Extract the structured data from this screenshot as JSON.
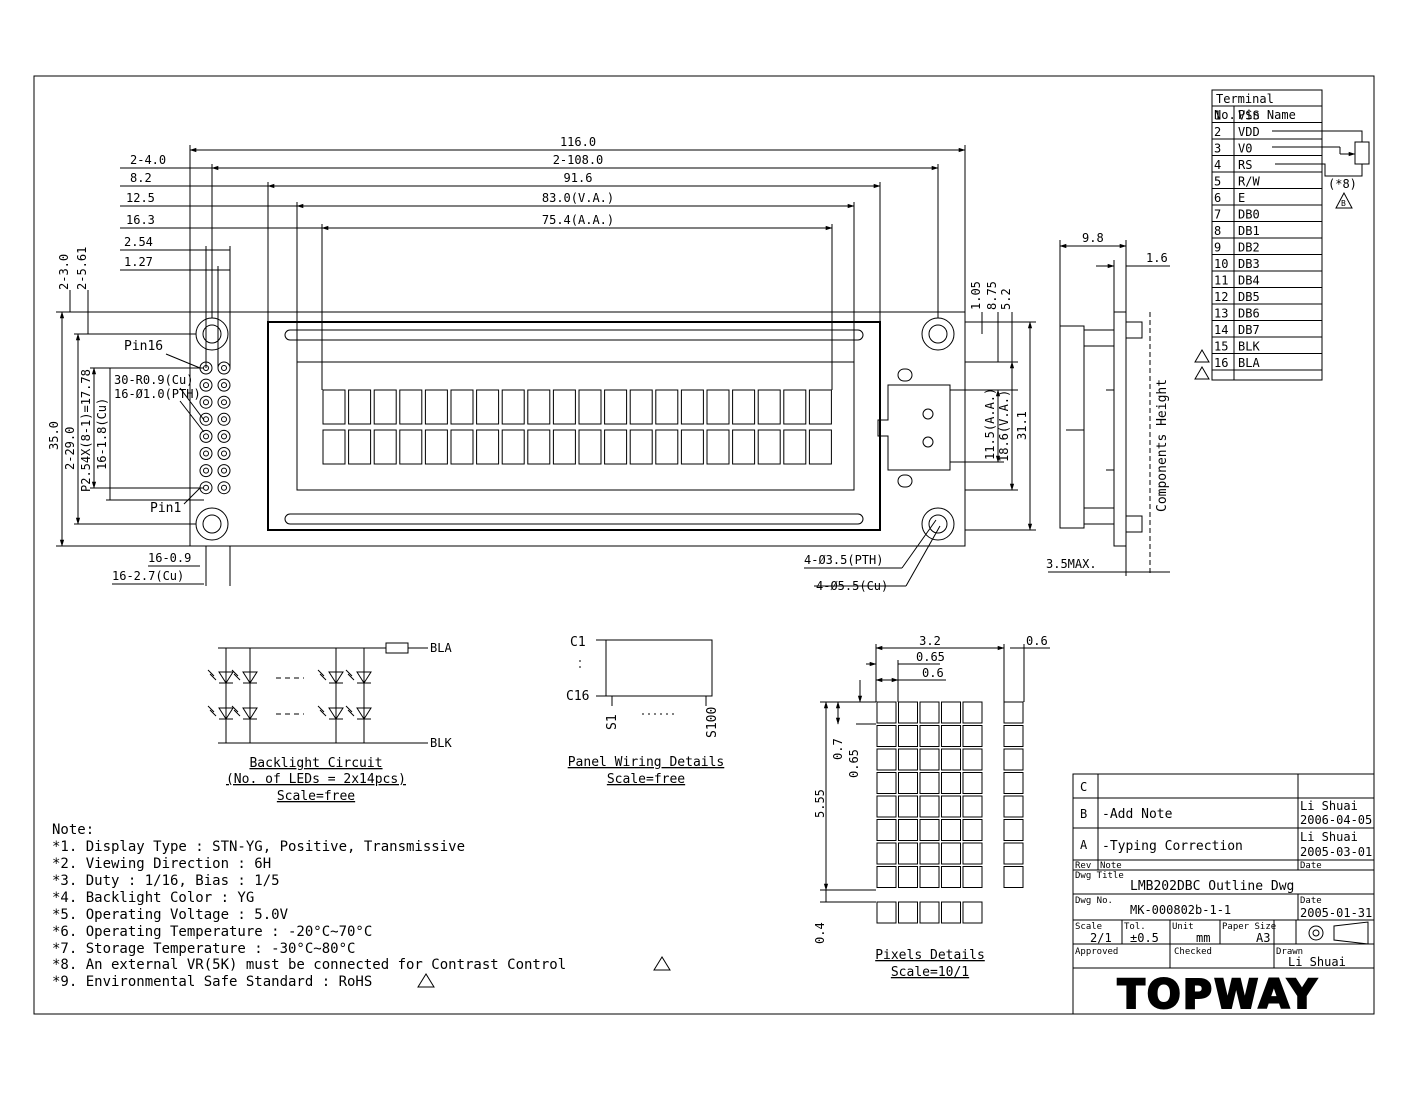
{
  "dimensions": {
    "top": [
      "116.0",
      "2-4.0",
      "2-108.0",
      "8.2",
      "91.6",
      "12.5",
      "83.0(V.A.)",
      "16.3",
      "75.4(A.A.)",
      "2.54",
      "1.27"
    ],
    "left_vertical": [
      "2-3.0",
      "2-5.61",
      "35.0",
      "2-29.0",
      "P2.54X(8-1)=17.78",
      "16-1.8(Cu)"
    ],
    "right_vertical": [
      "1.05",
      "8.75",
      "5.2",
      "11.5(A.A.)",
      "18.6(V.A.)",
      "31.1"
    ],
    "bottom": [
      "16-0.9",
      "16-2.7(Cu)",
      "4-Ø3.5(PTH)",
      "4-Ø5.5(Cu)"
    ],
    "pin_callouts": [
      "Pin16",
      "Pin1",
      "30-R0.9(Cu)",
      "16-Ø1.0(PTH)"
    ]
  },
  "side_view": {
    "dims": [
      "9.8",
      "1.6",
      "3.5MAX."
    ],
    "label": "Components Height"
  },
  "terminal": {
    "title": "Terminal",
    "header_no": "No.",
    "header_name": "Pin Name",
    "rows": [
      {
        "no": "1",
        "name": "VSS"
      },
      {
        "no": "2",
        "name": "VDD"
      },
      {
        "no": "3",
        "name": "V0"
      },
      {
        "no": "4",
        "name": "RS"
      },
      {
        "no": "5",
        "name": "R/W"
      },
      {
        "no": "6",
        "name": "E"
      },
      {
        "no": "7",
        "name": "DB0"
      },
      {
        "no": "8",
        "name": "DB1"
      },
      {
        "no": "9",
        "name": "DB2"
      },
      {
        "no": "10",
        "name": "DB3"
      },
      {
        "no": "11",
        "name": "DB4"
      },
      {
        "no": "12",
        "name": "DB5"
      },
      {
        "no": "13",
        "name": "DB6"
      },
      {
        "no": "14",
        "name": "DB7"
      },
      {
        "no": "15",
        "name": "BLK"
      },
      {
        "no": "16",
        "name": "BLA"
      }
    ],
    "vr_note": "(*8)",
    "rev_mark": "B"
  },
  "backlight": {
    "bla": "BLA",
    "blk": "BLK",
    "title": "Backlight Circuit",
    "subtitle": "(No. of LEDs = 2x14pcs)",
    "scale": "Scale=free"
  },
  "panel": {
    "c1": "C1",
    "c16": "C16",
    "s1": "S1",
    "s100": "S100",
    "title": "Panel Wiring Details",
    "scale": "Scale=free"
  },
  "pixels": {
    "dims": [
      "3.2",
      "0.6",
      "0.65",
      "0.6",
      "0.7",
      "0.65",
      "5.55",
      "0.4"
    ],
    "title": "Pixels Details",
    "scale": "Scale=10/1"
  },
  "notes": {
    "heading": "Note:",
    "items": [
      "*1. Display Type : STN-YG, Positive, Transmissive",
      "*2. Viewing Direction : 6H",
      "*3. Duty : 1/16, Bias : 1/5",
      "*4. Backlight Color : YG",
      "*5. Operating Voltage : 5.0V",
      "*6. Operating Temperature : -20°C~70°C",
      "*7. Storage Temperature : -30°C~80°C",
      "*8. An external VR(5K) must be connected for Contrast Control",
      "*9. Environmental Safe Standard : RoHS"
    ]
  },
  "title_block": {
    "rev_c": "C",
    "rev_b": "B",
    "rev_b_note": "-Add Note",
    "rev_b_by": "Li Shuai",
    "rev_b_date": "2006-04-05",
    "rev_a": "A",
    "rev_a_note": "-Typing Correction",
    "rev_a_by": "Li Shuai",
    "rev_a_date": "2005-03-01",
    "lbl_rev": "Rev",
    "lbl_note": "Note",
    "lbl_date": "Date",
    "lbl_dwg_title": "Dwg Title",
    "dwg_title": "LMB202DBC Outline Dwg",
    "lbl_dwg_no": "Dwg No.",
    "dwg_no": "MK-000802b-1-1",
    "lbl_date2": "Date",
    "date": "2005-01-31",
    "lbl_scale": "Scale",
    "scale": "2/1",
    "lbl_tol": "Tol.",
    "tol": "±0.5",
    "lbl_unit": "Unit",
    "unit": "mm",
    "lbl_paper": "Paper Size",
    "paper": "A3",
    "lbl_approved": "Approved",
    "lbl_checked": "Checked",
    "lbl_drawn": "Drawn",
    "drawn": "Li Shuai",
    "brand": "TOPWAY"
  }
}
